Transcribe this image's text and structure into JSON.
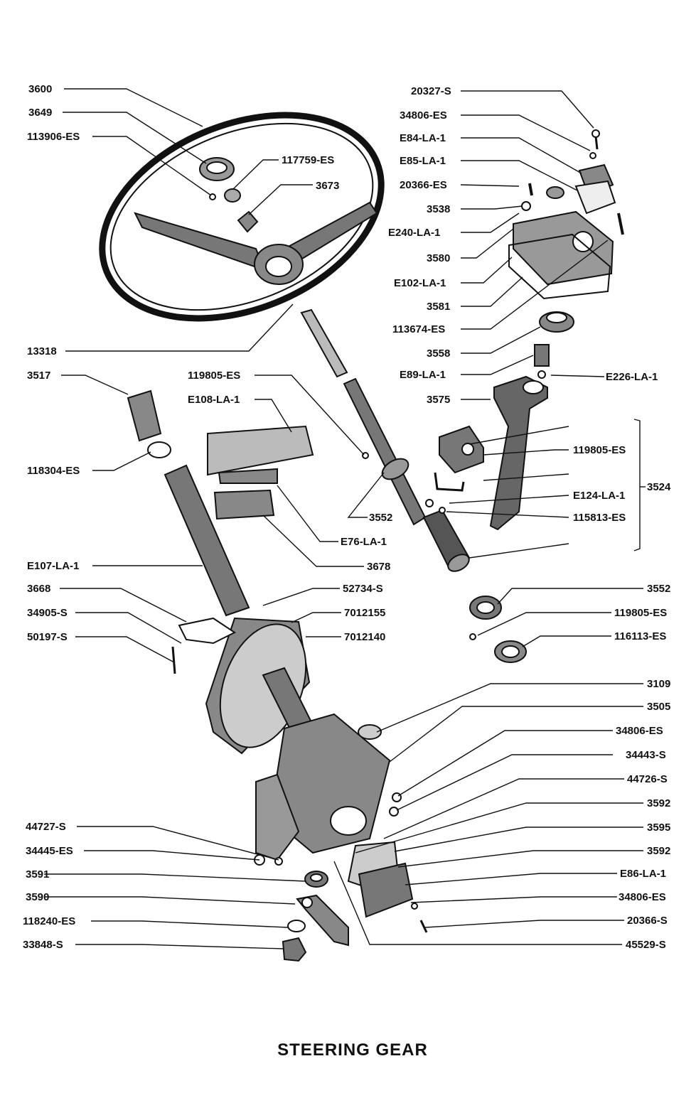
{
  "title": "STEERING GEAR",
  "labels": {
    "l3600": "3600",
    "l3649": "3649",
    "l113906": "113906-ES",
    "l117759": "117759-ES",
    "l3673": "3673",
    "l20327": "20327-S",
    "l34806a": "34806-ES",
    "lE84": "E84-LA-1",
    "lE85": "E85-LA-1",
    "l20366a": "20366-ES",
    "l3538": "3538",
    "lE240": "E240-LA-1",
    "l3580": "3580",
    "lE102": "E102-LA-1",
    "l3581": "3581",
    "l113674": "113674-ES",
    "l3558": "3558",
    "lE89": "E89-LA-1",
    "lE226": "E226-LA-1",
    "l3575": "3575",
    "l13318": "13318",
    "l3517": "3517",
    "l119805a": "119805-ES",
    "lE108": "E108-LA-1",
    "l118304": "118304-ES",
    "l119805b": "119805-ES",
    "l3524": "3524",
    "lE124": "E124-LA-1",
    "l115813": "115813-ES",
    "l3552a": "3552",
    "lE76": "E76-LA-1",
    "lE107": "E107-LA-1",
    "l3678": "3678",
    "l3668": "3668",
    "l52734": "52734-S",
    "l3552b": "3552",
    "l34905": "34905-S",
    "l7012155": "7012155",
    "l119805c": "119805-ES",
    "l50197": "50197-S",
    "l7012140": "7012140",
    "l116113": "116113-ES",
    "l3109": "3109",
    "l3505": "3505",
    "l34806b": "34806-ES",
    "l34443": "34443-S",
    "l44726": "44726-S",
    "l3592a": "3592",
    "l44727": "44727-S",
    "l3595": "3595",
    "l34445": "34445-ES",
    "l3592b": "3592",
    "l3591": "3591",
    "lE86": "E86-LA-1",
    "l3590": "3590",
    "l34806c": "34806-ES",
    "l118240": "118240-ES",
    "l20366b": "20366-S",
    "l33848": "33848-S",
    "l45529": "45529-S"
  }
}
